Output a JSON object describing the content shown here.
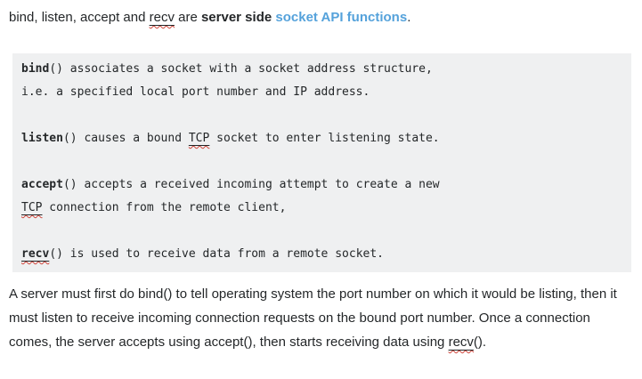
{
  "colors": {
    "text": "#242729",
    "link": "#55a2db",
    "code_bg": "#eff0f1",
    "squiggle": "#d0453a"
  },
  "intro": {
    "pre": "bind, listen, accept and ",
    "recv": "recv",
    "mid": " are ",
    "strong": "server side",
    "sp": " ",
    "link": "socket API functions",
    "end": "."
  },
  "code": {
    "bind_fn": "bind",
    "bind_args": "()",
    "bind_text": " associates a socket with a socket address structure,",
    "bind_line2": "i.e. a specified local port number and IP address.",
    "listen_fn": "listen",
    "listen_args": "()",
    "listen_pre": " causes a bound ",
    "listen_tcp": "TCP",
    "listen_post": " socket to enter listening state.",
    "accept_fn": "accept",
    "accept_args": "()",
    "accept_text": " accepts a received incoming attempt to create a new",
    "accept_tcp": "TCP",
    "accept_line2": " connection from the remote client,",
    "recv_fn": "recv",
    "recv_args": "()",
    "recv_text": " is used to receive data from a remote socket."
  },
  "paragraph": {
    "p1": "A server must first do bind() to tell operating system the port number on which it would be listing, then it must listen to receive incoming connection requests on the bound port number. Once a connection comes, the server accepts using accept(), then starts receiving data using ",
    "recv": "recv",
    "p2": "()."
  }
}
